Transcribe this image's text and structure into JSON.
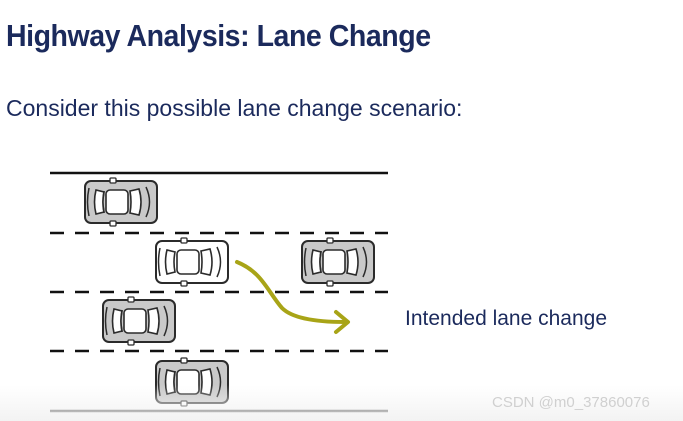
{
  "slide": {
    "title": "Highway Analysis: Lane Change",
    "subtitle": "Consider this possible lane change scenario:",
    "annotation": "Intended lane change",
    "watermark": "CSDN @m0_37860076"
  },
  "diagram": {
    "lanes": 4,
    "cars": [
      {
        "id": "car-lane1",
        "lane": 1,
        "style": "grey"
      },
      {
        "id": "car-ego",
        "lane": 2,
        "style": "white",
        "role": "lane-changing vehicle"
      },
      {
        "id": "car-lane2-ahead",
        "lane": 2,
        "style": "grey"
      },
      {
        "id": "car-lane3",
        "lane": 3,
        "style": "grey"
      },
      {
        "id": "car-lane4",
        "lane": 4,
        "style": "grey"
      }
    ],
    "arrow": {
      "from_lane": 2,
      "to_lane": 3,
      "color": "#a8a417"
    },
    "colors": {
      "title": "#1b2a5c",
      "text": "#1b2a5c",
      "road_line": "#111111",
      "car_grey": "#c9c9c9",
      "car_white": "#ffffff",
      "arrow": "#a8a417",
      "watermark": "#d0d0d0"
    }
  }
}
